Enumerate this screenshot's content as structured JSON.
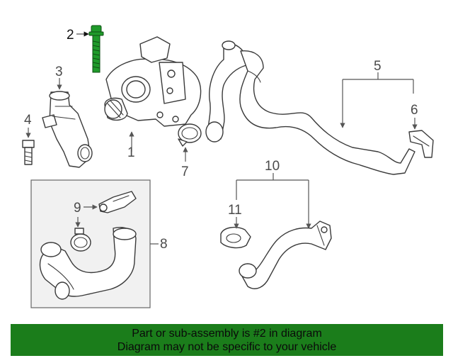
{
  "callouts": {
    "c1": "1",
    "c2": "2",
    "c3": "3",
    "c4": "4",
    "c5": "5",
    "c6": "6",
    "c7": "7",
    "c8": "8",
    "c9": "9",
    "c10": "10",
    "c11": "11"
  },
  "footer": {
    "line1": "Part or sub-assembly is #2 in diagram",
    "line2": "Diagram may not be specific to your vehicle"
  },
  "colors": {
    "highlight_part": "#1f9a2a",
    "footer_bg": "#1b7d1b",
    "line": "#3a3a3a"
  }
}
